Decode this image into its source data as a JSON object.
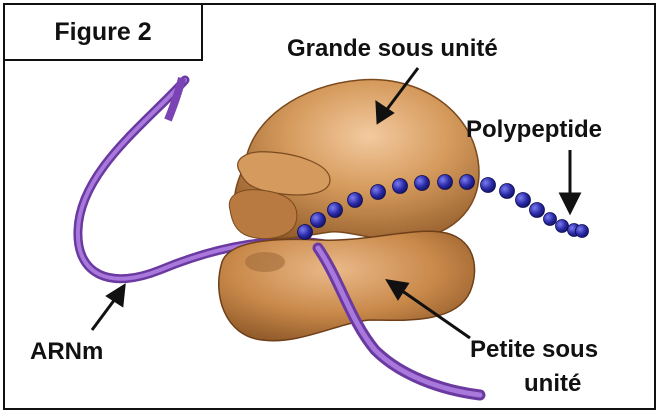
{
  "figure_title": "Figure 2",
  "labels": {
    "large_subunit": "Grande sous unité",
    "polypeptide": "Polypeptide",
    "mrna": "ARNm",
    "small_subunit_line1": "Petite sous",
    "small_subunit_line2": "unité"
  },
  "colors": {
    "ribosome": "#c68a48",
    "ribosome_shadow": "#8a5526",
    "mrna": "#8a4fc0",
    "polypeptide": "#2a2aa8"
  }
}
